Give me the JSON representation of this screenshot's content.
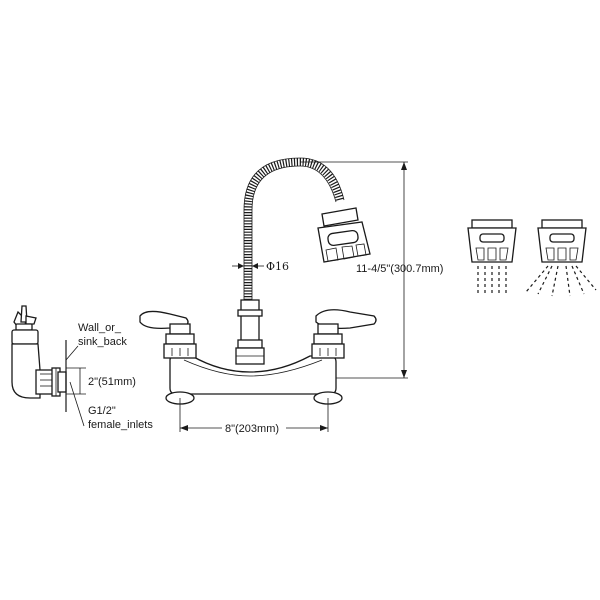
{
  "diagram": {
    "labels": {
      "wall_line1": "Wall_or_",
      "wall_line2": "sink_back",
      "inlet_spacing_small": "2\"(51mm)",
      "inlet_thread_line1": "G1/2\"",
      "inlet_thread_line2": "female_inlets",
      "hose_diameter": "Φ16",
      "overall_height": "11-4/5\"(300.7mm)",
      "center_spacing": "8\"(203mm)"
    },
    "spray_modes": [
      "aerated-stream",
      "spray"
    ],
    "colors": {
      "ink": "#1a1a1a",
      "background": "#ffffff"
    }
  }
}
